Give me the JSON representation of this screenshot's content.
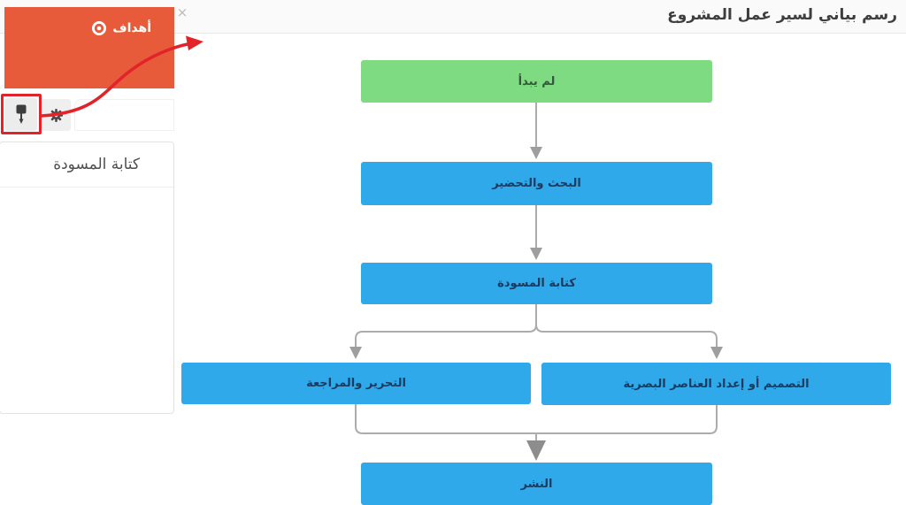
{
  "header": {
    "title": "رسم بياني لسير عمل المشروع"
  },
  "close_button": {
    "label": "×"
  },
  "goals_card": {
    "label": "أهداف"
  },
  "sidebar_panel": {
    "item_label": "كتابة المسودة"
  },
  "tabs": [
    {
      "id": "pin-tab",
      "icon": "pin-icon"
    },
    {
      "id": "gear-tab",
      "icon": "gear-icon"
    }
  ],
  "annotation": {
    "type": "highlight-box-with-curved-arrow",
    "color": "#E2242A"
  },
  "flowchart": {
    "direction": "top-to-bottom",
    "nodes": [
      {
        "id": "not_started",
        "label": "لم يبدأ",
        "color": "#7EDB81"
      },
      {
        "id": "research",
        "label": "البحث والتحضير",
        "color": "#2FA9E9"
      },
      {
        "id": "draft",
        "label": "كتابة المسودة",
        "color": "#2FA9E9"
      },
      {
        "id": "editing",
        "label": "التحرير والمراجعة",
        "color": "#2FA9E9"
      },
      {
        "id": "design",
        "label": "التصميم أو إعداد العناصر البصرية",
        "color": "#2FA9E9"
      },
      {
        "id": "publish",
        "label": "النشر",
        "color": "#2FA9E9"
      }
    ],
    "edges": [
      [
        "not_started",
        "research"
      ],
      [
        "research",
        "draft"
      ],
      [
        "draft",
        "editing"
      ],
      [
        "draft",
        "design"
      ],
      [
        "editing",
        "publish"
      ],
      [
        "design",
        "publish"
      ]
    ]
  },
  "colors": {
    "goals_card_orange": "#E75B3B",
    "annotation_red": "#E2242A",
    "node_green": "#7EDB81",
    "node_blue": "#2FA9E9",
    "connector_gray": "#ACACAC",
    "header_bg": "#FAFAFA"
  }
}
